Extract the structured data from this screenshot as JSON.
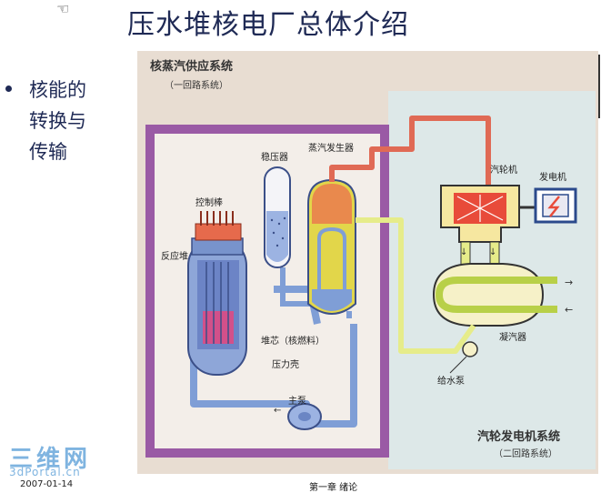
{
  "page": {
    "title": "压水堆核电厂总体介绍",
    "bullet": "核能的转换与传输",
    "footer_date": "2007-01-14",
    "footer_chapter": "第一章 绪论",
    "logo_top": "三维网",
    "logo_bottom": "3dPortal.cn"
  },
  "diagram": {
    "primary_title": "核蒸汽供应系统",
    "primary_subtitle": "（一回路系统）",
    "secondary_title": "汽轮发电机系统",
    "secondary_subtitle": "（二回路系统）",
    "labels": {
      "pressurizer": "稳压器",
      "steam_generator": "蒸汽发生器",
      "control_rods": "控制棒",
      "reactor": "反应堆",
      "core": "堆芯（核燃料）",
      "pressure_vessel": "压力壳",
      "main_pump": "主泵",
      "turbine": "汽轮机",
      "generator": "发电机",
      "condenser": "凝汽器",
      "feed_pump": "给水泵"
    },
    "colors": {
      "frame_bg": "#e8ddd2",
      "primary_border": "#9a5aa5",
      "secondary_bg": "#dde8e8",
      "primary_loop": "#7f9ed6",
      "steam_line": "#e06a55",
      "feed_line": "#e6ec8a",
      "core": "#d2508a",
      "turbine": "#e84b3a",
      "generator": "#2b4a8c"
    }
  }
}
